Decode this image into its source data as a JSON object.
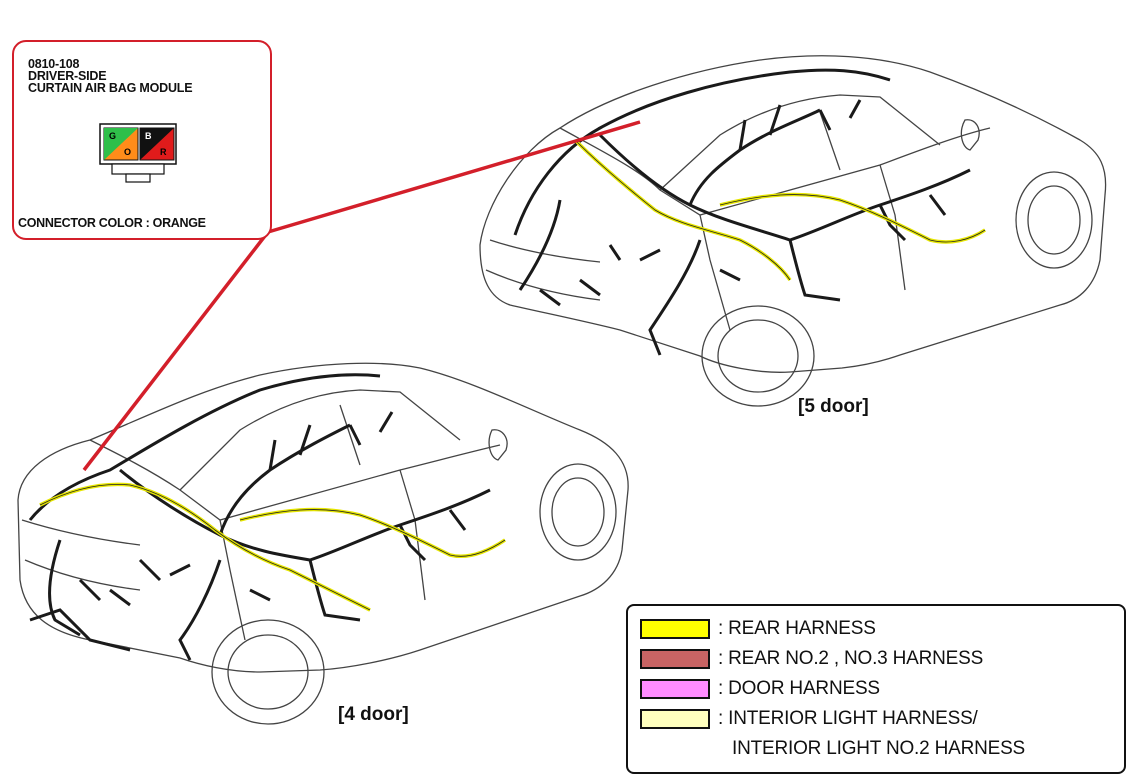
{
  "callout": {
    "code": "0810-108",
    "name_line1": "DRIVER-SIDE",
    "name_line2": "CURTAIN AIR BAG MODULE",
    "connector_color": "CONNECTOR COLOR : ORANGE",
    "pins": [
      "G",
      "O",
      "B",
      "R"
    ],
    "accent_color": "#d31f2a"
  },
  "views": {
    "five_door": "[5 door]",
    "four_door": "[4 door]"
  },
  "legend": {
    "items": [
      {
        "label": ": REAR HARNESS",
        "color": "#ffff00"
      },
      {
        "label": ": REAR NO.2 , NO.3 HARNESS",
        "color": "#c86464"
      },
      {
        "label": ": DOOR HARNESS",
        "color": "#ff8cff"
      },
      {
        "label": ": INTERIOR LIGHT HARNESS/",
        "color": "#ffffbe"
      }
    ],
    "continuation": "INTERIOR LIGHT NO.2 HARNESS"
  }
}
